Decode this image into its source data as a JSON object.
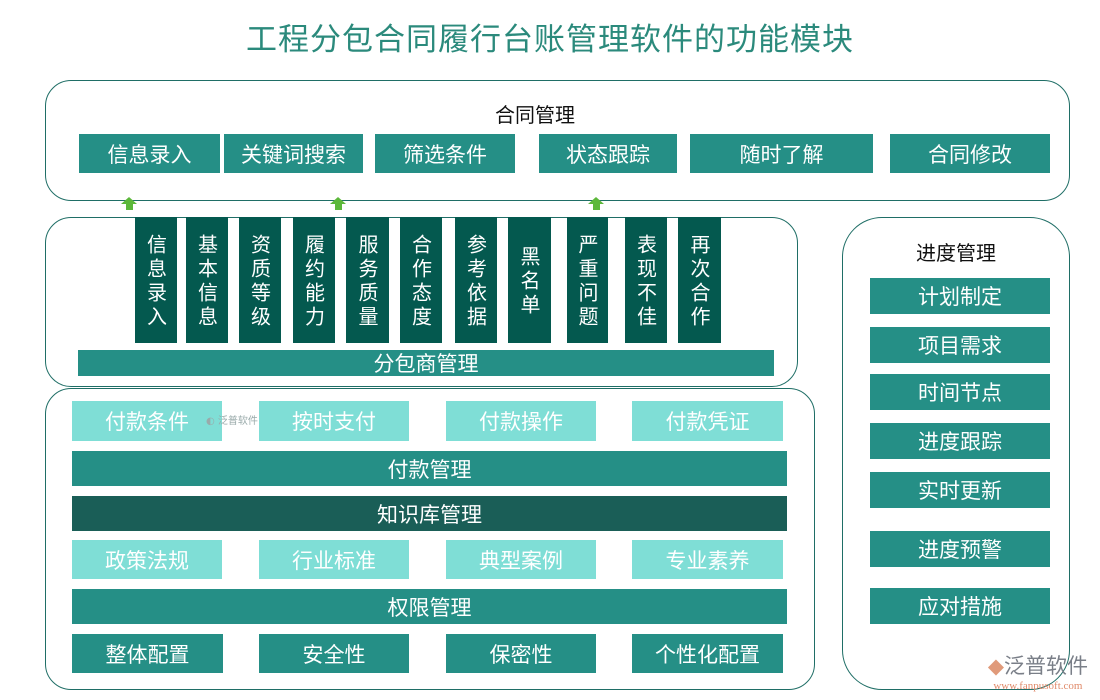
{
  "title": "工程分包合同履行台账管理软件的功能模块",
  "contract": {
    "label": "合同管理",
    "items": [
      "信息录入",
      "关键词搜索",
      "筛选条件",
      "状态跟踪",
      "随时了解",
      "合同修改"
    ]
  },
  "subcontractor": {
    "label": "分包商管理",
    "items": [
      "信息录入",
      "基本信息",
      "资质等级",
      "履约能力",
      "服务质量",
      "合作态度",
      "参考依据",
      "黑名单",
      "严重问题",
      "表现不佳",
      "再次合作"
    ]
  },
  "payment": {
    "label": "付款管理",
    "items": [
      "付款条件",
      "按时支付",
      "付款操作",
      "付款凭证"
    ]
  },
  "knowledge": {
    "label": "知识库管理",
    "items": [
      "政策法规",
      "行业标准",
      "典型案例",
      "专业素养"
    ]
  },
  "permission": {
    "label": "权限管理",
    "items": [
      "整体配置",
      "安全性",
      "保密性",
      "个性化配置"
    ]
  },
  "progress": {
    "label": "进度管理",
    "items": [
      "计划制定",
      "项目需求",
      "时间节点",
      "进度跟踪",
      "实时更新",
      "进度预警",
      "应对措施"
    ]
  },
  "logo": {
    "name": "泛普软件",
    "url": "www.fanpusoft.com"
  },
  "colors": {
    "teal": "#258f86",
    "dark": "#04594f",
    "light": "#7fded6",
    "deep": "#1a5e57",
    "arrow": "#5cb83a"
  }
}
